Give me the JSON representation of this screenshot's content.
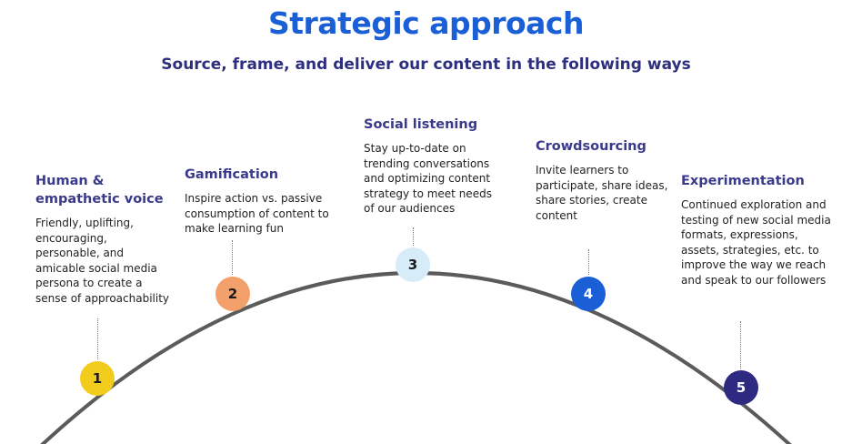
{
  "header": {
    "title": "Strategic approach",
    "subtitle": "Source, frame, and deliver our content in the following ways"
  },
  "steps": [
    {
      "number": "1",
      "heading_line1": "Human &",
      "heading_line2": "empathetic voice",
      "desc_lines": [
        "Friendly, uplifting,",
        "encouraging,",
        "personable, and",
        "amicable social media",
        "persona to create a",
        "sense of approachability"
      ],
      "color": "#f2cc1c",
      "text_color": "#1a1a1a"
    },
    {
      "number": "2",
      "heading_line1": "Gamification",
      "desc_lines": [
        "Inspire action vs. passive",
        "consumption of content to",
        "make learning fun"
      ],
      "color": "#f4a06a",
      "text_color": "#1a1a1a"
    },
    {
      "number": "3",
      "heading_line1": "Social listening",
      "desc_lines": [
        "Stay up-to-date on",
        "trending conversations",
        "and optimizing content",
        "strategy to meet needs",
        "of our audiences"
      ],
      "color": "#d6ecf8",
      "text_color": "#1a1a1a"
    },
    {
      "number": "4",
      "heading_line1": "Crowdsourcing",
      "desc_lines": [
        "Invite learners to",
        "participate, share ideas,",
        "share stories, create",
        "content"
      ],
      "color": "#1b5fd6",
      "text_color": "#ffffff"
    },
    {
      "number": "5",
      "heading_line1": "Experimentation",
      "desc_lines": [
        "Continued exploration and",
        "testing of new social media",
        "formats, expressions,",
        "assets, strategies, etc. to",
        "improve the way we reach",
        "and speak to our followers"
      ],
      "color": "#2e2a82",
      "text_color": "#ffffff"
    }
  ]
}
